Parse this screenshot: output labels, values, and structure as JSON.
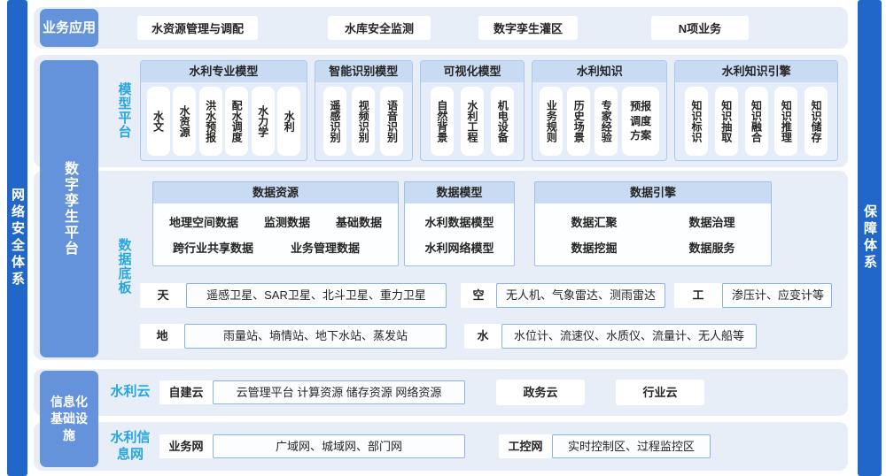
{
  "bars": {
    "left": "网络安全体系",
    "right": "保障体系"
  },
  "business": {
    "label": "业务应用",
    "items": [
      "水资源管理与调配",
      "水库安全监测",
      "数字孪生灌区",
      "N项业务"
    ]
  },
  "platform": {
    "label": "数字孪生平台",
    "model": {
      "label": "模型平台",
      "groups": [
        {
          "title": "水利专业模型",
          "cards": [
            "水文",
            "水资源",
            "洪水预报",
            "配水调度",
            "水力学",
            "水利"
          ]
        },
        {
          "title": "智能识别模型",
          "cards": [
            "遥感识别",
            "视频识别",
            "语音识别"
          ]
        },
        {
          "title": "可视化模型",
          "cards": [
            "自然背景",
            "水利工程",
            "机电设备"
          ]
        },
        {
          "title": "水利知识",
          "cards": [
            "业务规则",
            "历史场景",
            "专家经验",
            "预报调度方案"
          ]
        },
        {
          "title": "水利知识引擎",
          "cards": [
            "知识标识",
            "知识抽取",
            "知识融合",
            "知识推理",
            "知识储存"
          ]
        }
      ]
    },
    "data": {
      "label": "数据底板",
      "resource": {
        "title": "数据资源",
        "row1": [
          "地理空间数据",
          "监测数据",
          "基础数据"
        ],
        "row2": [
          "跨行业共享数据",
          "业务管理数据"
        ]
      },
      "model": {
        "title": "数据模型",
        "items": [
          "水利数据模型",
          "水利网络模型"
        ]
      },
      "engine": {
        "title": "数据引擎",
        "items": [
          "数据汇聚",
          "数据治理",
          "数据挖掘",
          "数据服务"
        ]
      },
      "sensors": {
        "sky": {
          "tag": "天",
          "list": "遥感卫星、SAR卫星、北斗卫星、重力卫星"
        },
        "air": {
          "tag": "空",
          "list": "无人机、气象雷达、测雨雷达"
        },
        "eng": {
          "tag": "工",
          "list": "渗压计、应变计等"
        },
        "ground": {
          "tag": "地",
          "list": "雨量站、墒情站、地下水站、蒸发站"
        },
        "water": {
          "tag": "水",
          "list": "水位计、流速仪、水质仪、流量计、无人船等"
        }
      }
    }
  },
  "infra": {
    "label": "信息化基础设施",
    "cloud": {
      "label": "水利云",
      "tag": "自建云",
      "list": "云管理平台 计算资源 储存资源 网络资源",
      "gov": "政务云",
      "industry": "行业云"
    },
    "network": {
      "label": "水利信息网",
      "tag": "业务网",
      "list": "广域网、城域网、部门网",
      "scada_tag": "工控网",
      "scada_list": "实时控制区、过程监控区"
    }
  },
  "colors": {
    "accent_dark": "#2166c9",
    "accent_mid": "#6493dc",
    "accent_cyan": "#27a6de",
    "panel_bg": "#e8eef8",
    "header_bg": "#c9dbf2"
  }
}
